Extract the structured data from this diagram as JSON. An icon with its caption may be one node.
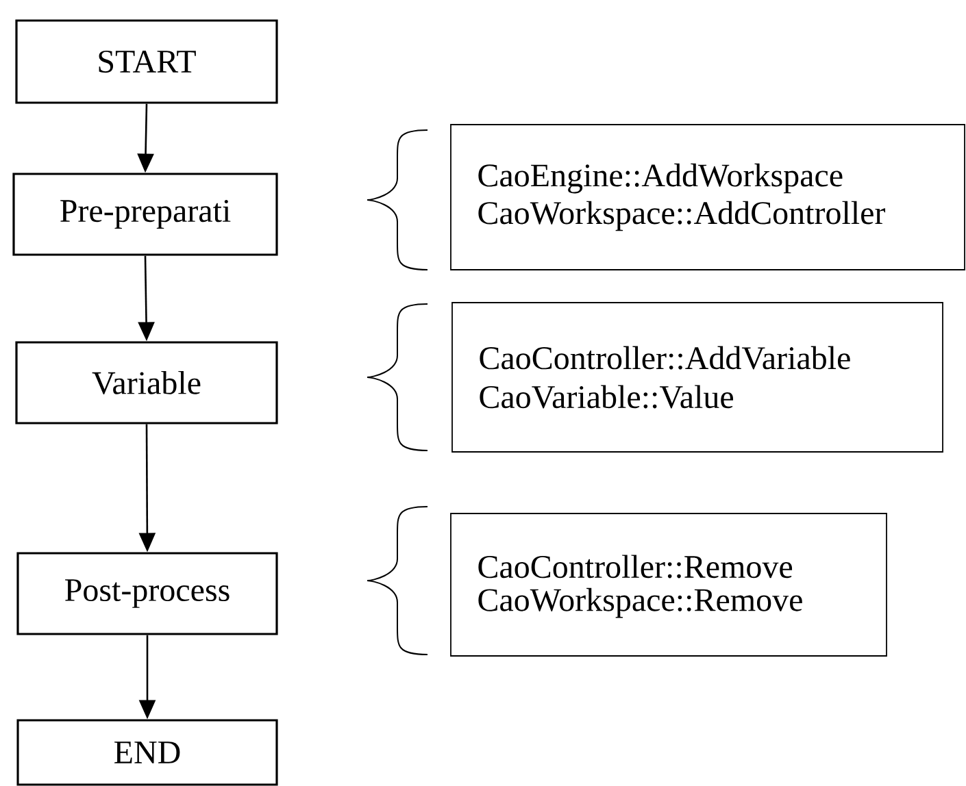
{
  "diagram": {
    "nodes": [
      {
        "text": [
          "START"
        ]
      },
      {
        "text": [
          "Pre-preparati"
        ]
      },
      {
        "text": [
          "Variable"
        ]
      },
      {
        "text": [
          "Post-process"
        ]
      },
      {
        "text": [
          "END"
        ]
      },
      {
        "text": [
          "CaoEngine::AddWorkspace",
          "CaoWorkspace::AddController"
        ]
      },
      {
        "text": [
          "CaoController::AddVariable",
          "CaoVariable::Value"
        ]
      },
      {
        "text": [
          "CaoController::Remove",
          "CaoWorkspace::Remove"
        ]
      }
    ],
    "edges": [
      {
        "from": 0,
        "to": 1,
        "arrow": "to"
      },
      {
        "from": 1,
        "to": 2,
        "arrow": "to"
      },
      {
        "from": 2,
        "to": 3,
        "arrow": "to"
      },
      {
        "from": 3,
        "to": 4,
        "arrow": "to"
      }
    ]
  }
}
